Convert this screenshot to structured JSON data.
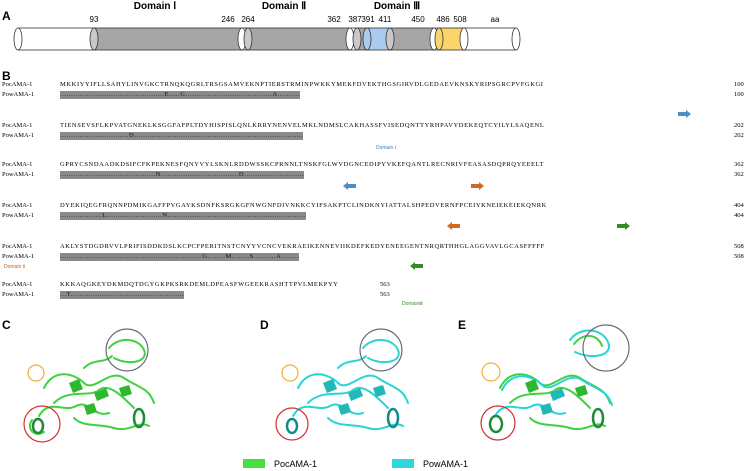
{
  "panels": {
    "a": "A",
    "b": "B",
    "c": "C",
    "d": "D",
    "e": "E"
  },
  "schematic": {
    "domain_labels": [
      "Domain Ⅰ",
      "Domain Ⅱ",
      "Domain Ⅲ"
    ],
    "positions": [
      "93",
      "246",
      "264",
      "362",
      "387",
      "391",
      "411",
      "450",
      "486",
      "508"
    ],
    "unit": "aa",
    "colors": {
      "grey": "#a6a6a6",
      "blue": "#a9cbed",
      "yellow": "#fbd56b"
    }
  },
  "alignment": {
    "names": [
      "PocAMA-1",
      "PowAMA-1"
    ],
    "blocks": [
      {
        "poc": "MKKIYYIFLLSAHYLINVGKCTRNQKQGRLTRSGSAMVEKNPTIERSTRMINPWKKYMEKFDVEKTHGSGIRVDLGEDAEVKNSKYRIPSGRCPVFGKGI",
        "pow": "...............................................E.....G.......................................A..........",
        "end": "100"
      },
      {
        "poc": "TIENSEVSFLKPVATGNEKLKSGGFAFPLTDYHISPISLQNLKRRYNENVELMKLNDMSLCAKHASSFVISEDQNTTYRHPAVYDEKEQTCYILYLSAQENL",
        "pow": "...............................D............................................................................",
        "end": "202"
      },
      {
        "poc": "GPRYCSNDAADKDSIFCFKPEKNESFQNYVYLSKNLRDDWSSKCPRNNLTNSKFGLWVDGNCEDIPYVKEFQANTLRECNRIVFEASASDQPRQYEEELT",
        "pow": "...........................................N...................................D...........................",
        "end": "362"
      },
      {
        "poc": "DYEKIQEGFRQNNPDMIKGAFFPVGAYKSDNFKSRGKGFNWGNFDIVNKKCYIFSAKPTCLINDKNYIATTALSHPEDVERNFPCEIYKNEIEKEIEKQNRK",
        "pow": "...................L.........................N..............................................................",
        "end": "404"
      },
      {
        "poc": "AKLYSTDGDRVVLPRIFISDDKDSLKCPCFPERITNSTCNYYVCNCVEKRAEIKENNEVIIKDEFKEDYENEEGENTNRQRTHHGLAGGVAVLGCASFFFFF",
        "pow": "................................................................G........M........S..........A........",
        "end": "508"
      },
      {
        "poc": "KKKAQGKEYDKMDQTDGYGKPKSRKDEMLDPEASFWGEEKRASHTTPVLMEKPYY",
        "pow": "...T...................................................",
        "end": "563"
      }
    ],
    "domain_markers": [
      "Domain Ⅰ",
      "Domain Ⅱ",
      "DomainⅢ"
    ],
    "arrow_colors": {
      "blue": "#4a90c8",
      "orange": "#d2691e",
      "green": "#3a8a2a"
    }
  },
  "legend": {
    "items": [
      {
        "label": "PocAMA-1",
        "color": "#44e044"
      },
      {
        "label": "PowAMA-1",
        "color": "#2fd8d8"
      }
    ]
  },
  "structure_colors": {
    "green": "#3fd13f",
    "cyan": "#2ad4d4",
    "dark_green": "#1e8a3a",
    "gray_circle": "#6a6a7a",
    "yellow_circle": "#f0b030",
    "red_circle": "#d03030"
  }
}
